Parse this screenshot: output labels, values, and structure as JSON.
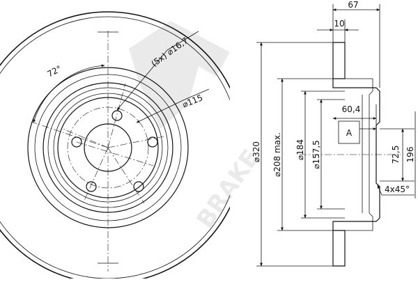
{
  "drawing": {
    "front_view": {
      "angle_label": "72°",
      "bolt_hole_label": "(5x) ⌀16,7",
      "pcd_label": "⌀115"
    },
    "section_view": {
      "total_width": "67",
      "disc_thickness": "10",
      "hat_depth": "60,4",
      "outer_diameter": "⌀320",
      "max_diameter": "⌀208 max.",
      "hat_diameter": "⌀184",
      "bore_diameter": "⌀157,5",
      "height_a": "72,5",
      "height_b": "196",
      "chamfer": "4x45°",
      "datum": "A"
    },
    "watermark": {
      "text": "BRAKE"
    }
  },
  "colors": {
    "line": "#111111",
    "watermark": "#d9d9d9"
  }
}
